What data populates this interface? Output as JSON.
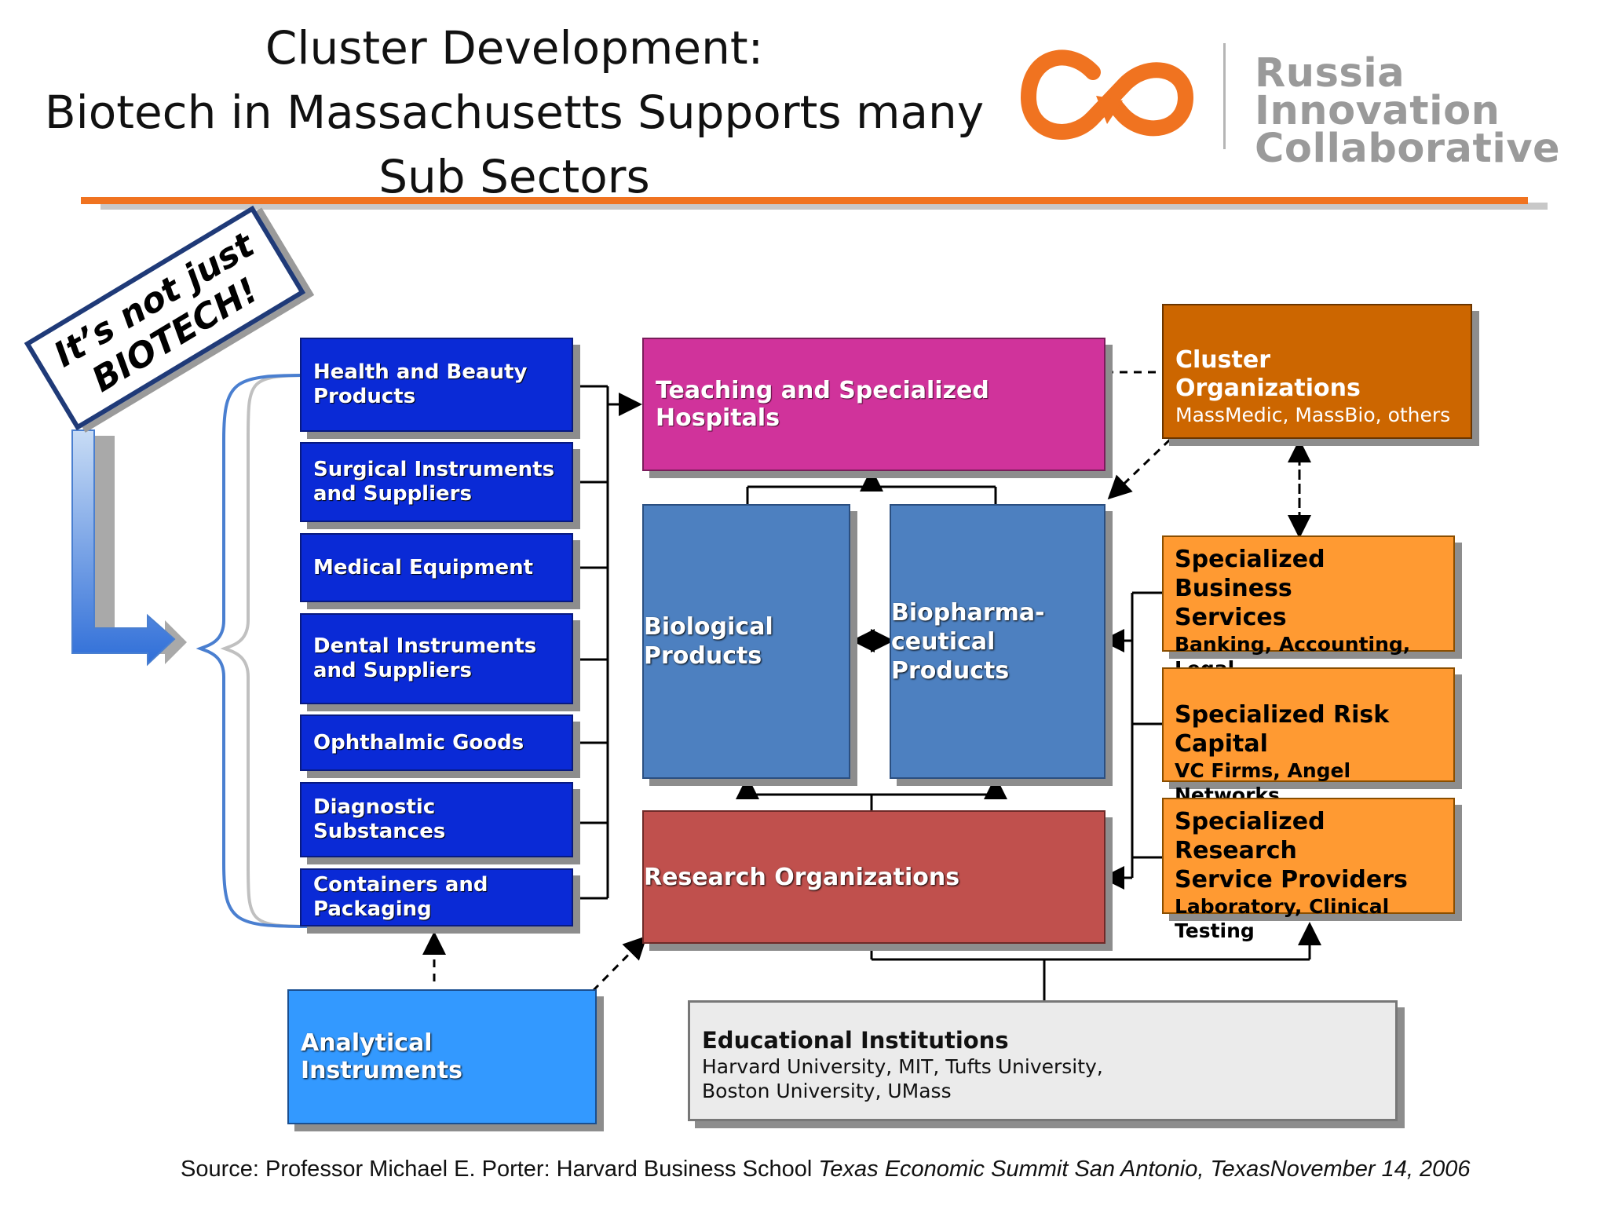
{
  "slide": {
    "title_lines": [
      "Cluster Development:",
      "Biotech in Massachusetts Supports many",
      "Sub Sectors"
    ],
    "callout": [
      "It’s not just",
      "BIOTECH!"
    ],
    "source_normal": "Source: Professor Michael E. Porter: Harvard Business School ",
    "source_italic": "Texas Economic Summit San Antonio, TexasNovember 14, 2006"
  },
  "logo": {
    "lines": [
      "Russia Innovation",
      "Collaborative"
    ],
    "color": "#f07320"
  },
  "diagram": {
    "left_boxes": [
      "Health and Beauty\nProducts",
      "Surgical Instruments\nand Suppliers",
      "Medical Equipment",
      "Dental Instruments\n and Suppliers",
      "Ophthalmic Goods",
      "Diagnostic Substances",
      "Containers and\nPackaging"
    ],
    "hospitals": "Teaching and Specialized Hospitals",
    "biological": "Biological\nProducts",
    "biopharma": "Biopharma-\nceutical\nProducts",
    "research": "Research Organizations",
    "analytical": "Analytical Instruments",
    "cluster_orgs": {
      "title": "Cluster Organizations",
      "sub": "MassMedic, MassBio, others"
    },
    "right_boxes": [
      {
        "title": "Specialized Business\nServices",
        "sub": "Banking, Accounting, Legal"
      },
      {
        "title": "Specialized Risk Capital",
        "sub": "VC Firms, Angel Networks"
      },
      {
        "title": "Specialized Research\nService Providers",
        "sub": "Laboratory, Clinical Testing"
      }
    ],
    "education": {
      "title": "Educational Institutions",
      "sub": "Harvard University, MIT, Tufts University,\nBoston University, UMass"
    }
  },
  "colors": {
    "dark_blue": "#0a2ad6",
    "steel_blue": "#4d80c0",
    "magenta": "#d0339b",
    "brick": "#c0504d",
    "bright_blue": "#3399ff",
    "dark_orange": "#cc6600",
    "light_orange": "#ff9a32",
    "grey_box": "#ebebeb"
  }
}
